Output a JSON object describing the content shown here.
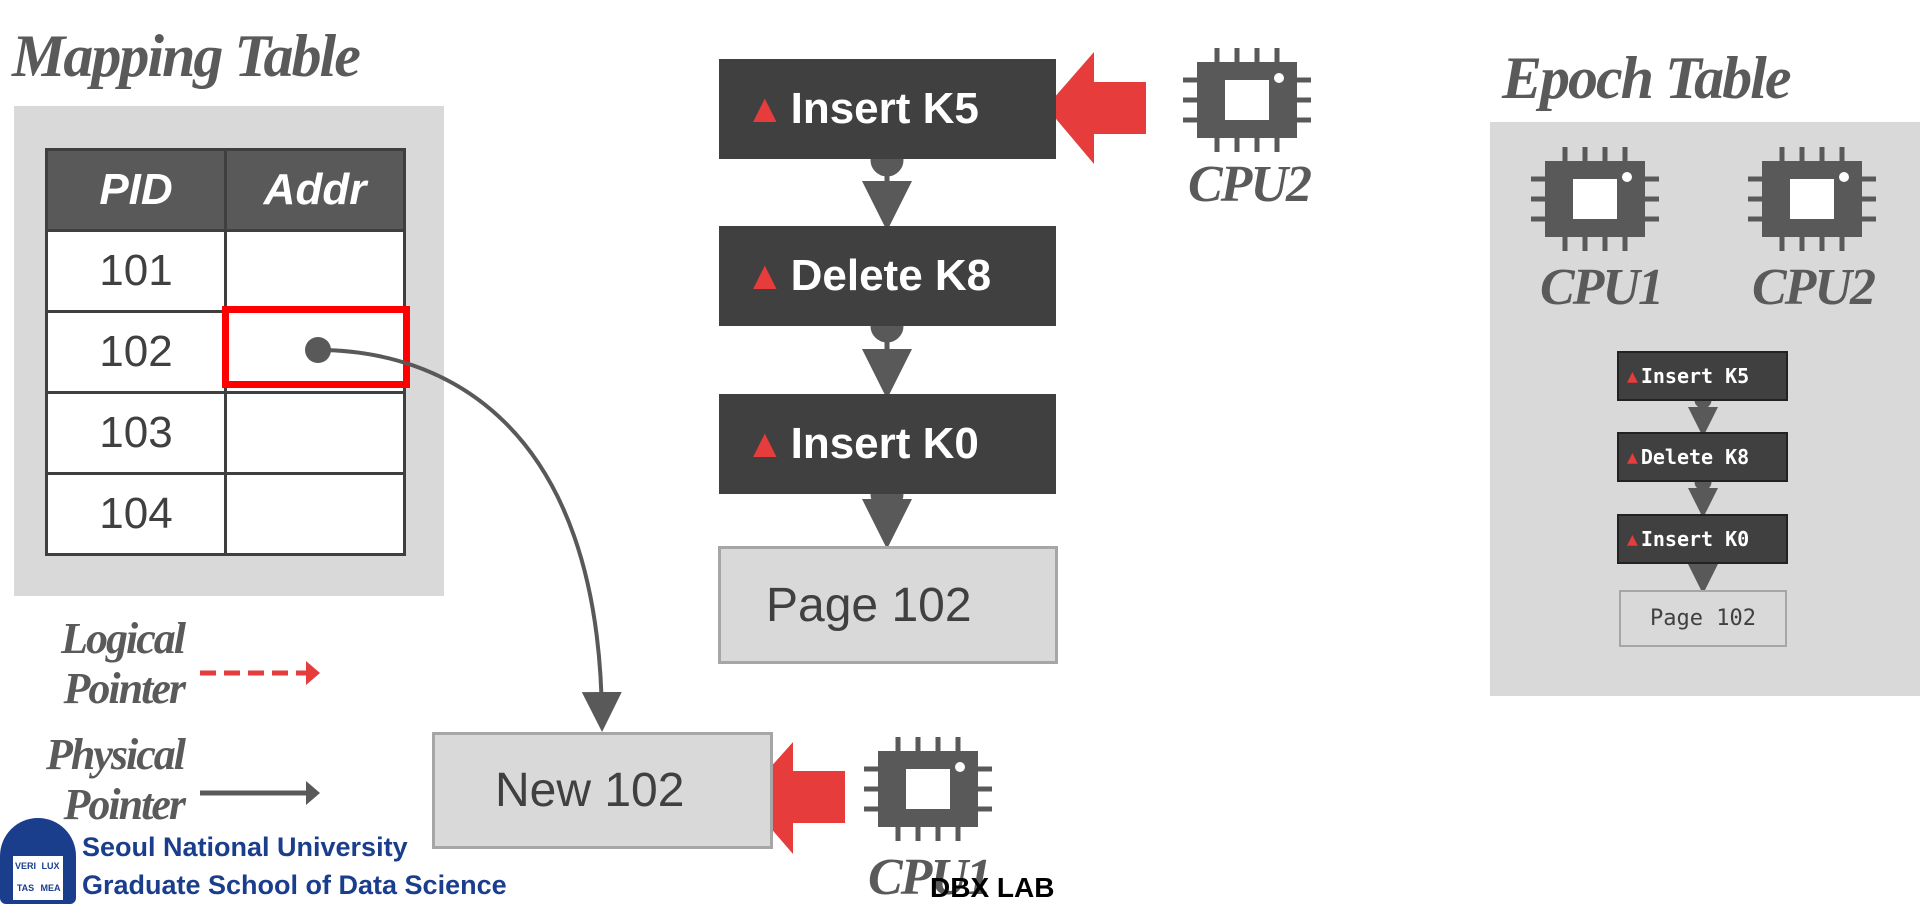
{
  "mapping": {
    "title": "Mapping Table",
    "headers": [
      "PID",
      "Addr"
    ],
    "rows": [
      "101",
      "102",
      "103",
      "104"
    ]
  },
  "chain": {
    "deltas": [
      "Insert K5",
      "Delete K8",
      "Insert K0"
    ],
    "page": "Page 102",
    "new_page": "New 102"
  },
  "cpus": {
    "cpu1": "CPU1",
    "cpu2": "CPU2"
  },
  "epoch": {
    "title": "Epoch Table",
    "cpus": [
      "CPU1",
      "CPU2"
    ],
    "deltas": [
      "Insert K5",
      "Delete K8",
      "Insert K0"
    ],
    "page": "Page 102"
  },
  "legend": {
    "logical": "Logical Pointer",
    "physical": "Physical Pointer"
  },
  "footer": {
    "university": "Seoul National University",
    "school": "Graduate School of Data Science",
    "seal_text": [
      "VERI",
      "LUX",
      "TAS",
      "MEA"
    ],
    "lab": "DBX LAB"
  },
  "colors": {
    "accent_red": "#e63c3c",
    "dark": "#404040",
    "panel": "#d9d9d9",
    "snu_blue": "#1a3e8c"
  }
}
